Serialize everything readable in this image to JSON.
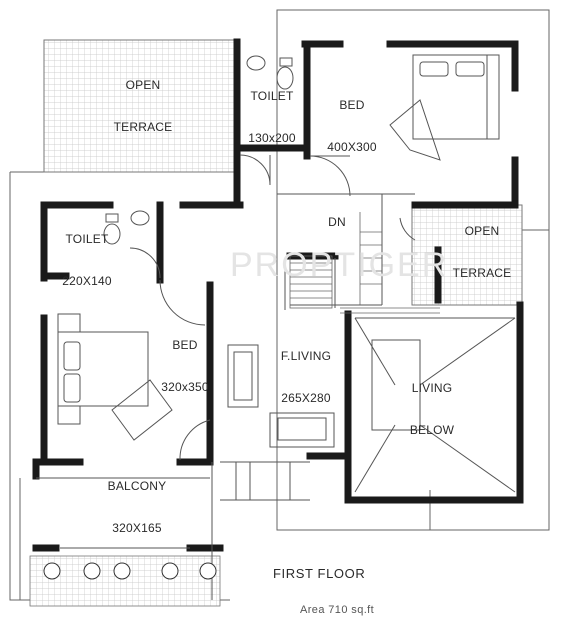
{
  "watermark": "PROPTIGER",
  "caption": "FIRST FLOOR",
  "caption_sub": "Area 710 sq.ft",
  "rooms": {
    "open_terrace_top": {
      "line1": "OPEN",
      "line2": "TERRACE"
    },
    "toilet_top": {
      "line1": "TOILET",
      "line2": "130x200"
    },
    "bed_top": {
      "line1": "BED",
      "line2": "400X300"
    },
    "toilet_left": {
      "line1": "TOILET",
      "line2": "220X140"
    },
    "open_terrace_right": {
      "line1": "OPEN",
      "line2": "TERRACE"
    },
    "bed_left": {
      "line1": "BED",
      "line2": "320x350"
    },
    "f_living": {
      "line1": "F.LIVING",
      "line2": "265X280"
    },
    "living_below": {
      "line1": "LIVING",
      "line2": "BELOW"
    },
    "balcony": {
      "line1": "BALCONY",
      "line2": "320X165"
    }
  },
  "stair_label": "DN",
  "colors": {
    "wall": "#1a1a1a",
    "line": "#555555",
    "grid": "#bdbdbd",
    "text": "#2a2a2a"
  }
}
